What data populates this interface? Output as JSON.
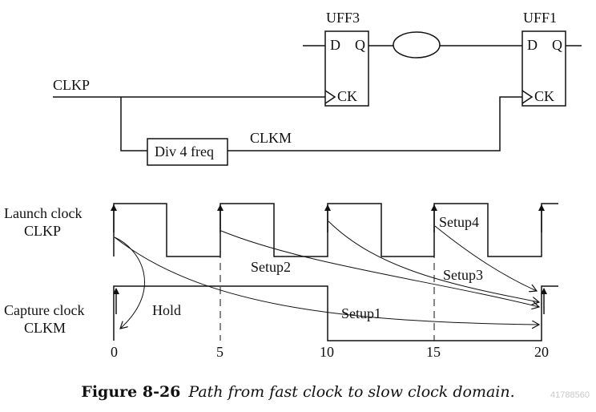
{
  "schematic": {
    "uff3": {
      "name": "UFF3",
      "d": "D",
      "q": "Q",
      "ck": "CK"
    },
    "uff1": {
      "name": "UFF1",
      "d": "D",
      "q": "Q",
      "ck": "CK"
    },
    "divider": "Div 4 freq",
    "clkp": "CLKP",
    "clkm": "CLKM"
  },
  "timing": {
    "launch_label": [
      "Launch clock",
      "CLKP"
    ],
    "capture_label": [
      "Capture clock",
      "CLKM"
    ],
    "ticks": [
      "0",
      "5",
      "10",
      "15",
      "20"
    ],
    "paths": {
      "hold": "Hold",
      "setup1": "Setup1",
      "setup2": "Setup2",
      "setup3": "Setup3",
      "setup4": "Setup4"
    }
  },
  "caption": {
    "figure": "Figure 8-26",
    "title": "Path from fast clock to slow clock domain."
  },
  "watermark": "41788560"
}
